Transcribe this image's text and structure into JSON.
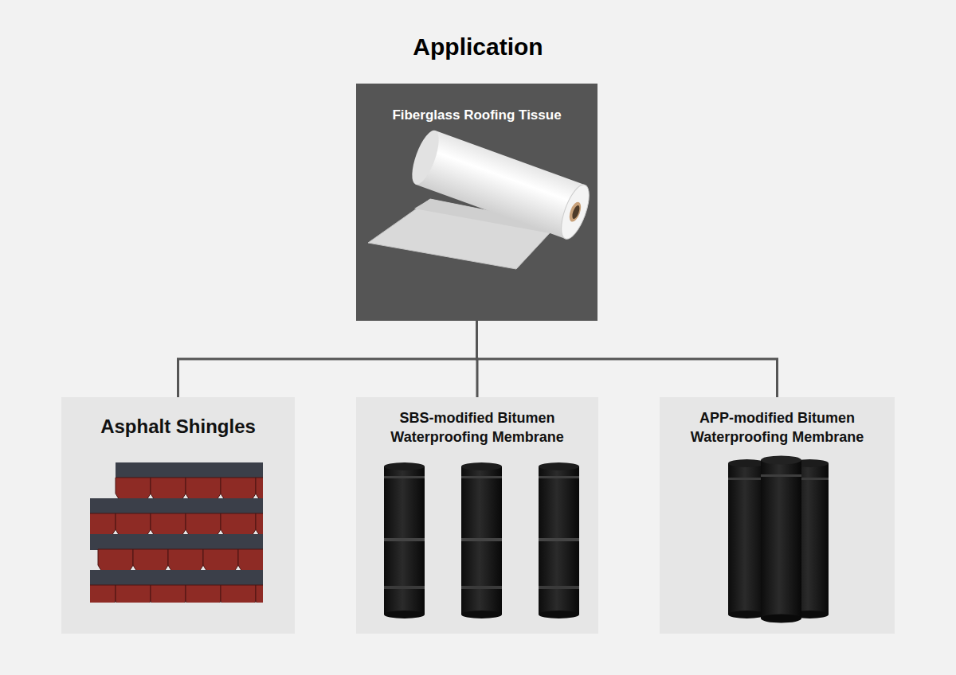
{
  "diagram": {
    "title": "Application",
    "nodes": [
      {
        "text": [
          "Fiberglass Roofing Tissue"
        ]
      },
      {
        "text": [
          "Asphalt Shingles"
        ]
      },
      {
        "text": [
          "SBS-modified Bitumen Waterproofing Membrane"
        ]
      },
      {
        "text": [
          "APP-modified Bitumen Waterproofing Membrane"
        ]
      }
    ],
    "edges": [
      {
        "from": 0,
        "to": 1,
        "arrow": "none"
      },
      {
        "from": 0,
        "to": 2,
        "arrow": "none"
      },
      {
        "from": 0,
        "to": 3,
        "arrow": "none"
      }
    ]
  }
}
